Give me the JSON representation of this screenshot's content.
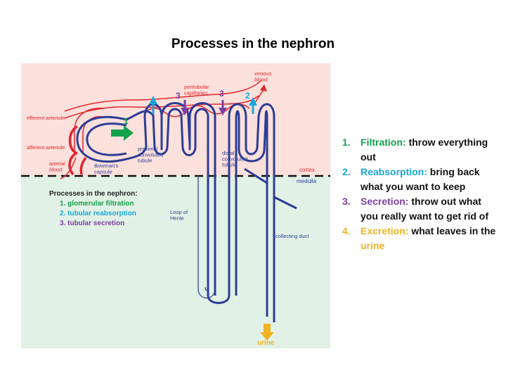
{
  "title": "Processes in the nephron",
  "colors": {
    "cortex_bg": "#fce0db",
    "medulla_bg": "#e2f1e6",
    "blood_red": "#e0262e",
    "nephron_blue": "#2c3d95",
    "filtration_green": "#12a14b",
    "reabsorption_blue": "#1aa6d9",
    "secretion_purple": "#7b3fa1",
    "excretion_yellow": "#f0b323"
  },
  "diagram": {
    "labels": {
      "venous_blood": "venous\nblood",
      "peritubular_capillaries": "peritubular\ncapillaries",
      "efferent_arteriole": "efferent arteriole",
      "afferent_arteriole": "afferent arteriole",
      "arterial_blood": "arterial\nblood",
      "bowmans_capsule": "Bowman's\ncapsule",
      "proximal_tubule": "proximal\nconvoluted\ntubule",
      "distal_tubule": "distal\nconvoluted\ntubule",
      "cortex": "cortex",
      "medulla": "medulla",
      "loop_of_henle": "Loop of\nHenle",
      "collecting_duct": "collecting duct",
      "urine": "urine"
    },
    "markers": {
      "num_1": "1",
      "num_2": "2",
      "num_3_left": "3",
      "num_3_right": "3"
    },
    "legend": {
      "heading": "Processes in the nephron:",
      "items": [
        {
          "num": "1.",
          "text": "glomerular filtration"
        },
        {
          "num": "2.",
          "text": "tubular reabsorption"
        },
        {
          "num": "3.",
          "text": "tubular secretion"
        }
      ]
    }
  },
  "processes": [
    {
      "num": "1.",
      "term": "Filtration:",
      "desc": "throw everything out"
    },
    {
      "num": "2.",
      "term": "Reabsorption:",
      "desc": "bring back what you want to keep"
    },
    {
      "num": "3.",
      "term": "Secretion:",
      "desc": "throw out what you really want to get rid of"
    },
    {
      "num": "4.",
      "term": "Excretion:",
      "desc": "what leaves in the",
      "highlight": "urine"
    }
  ]
}
